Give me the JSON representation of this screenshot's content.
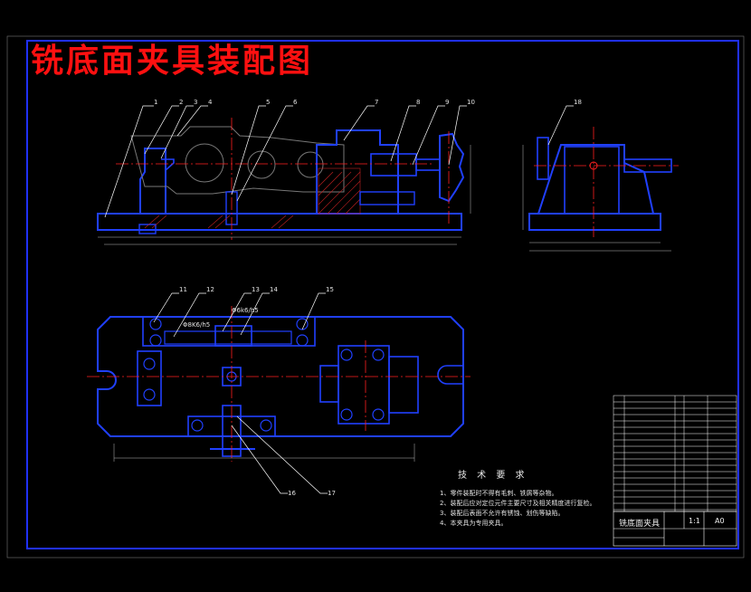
{
  "drawing": {
    "title": "铣底面夹具装配图",
    "part_labels": [
      "1",
      "2",
      "3",
      "4",
      "5",
      "6",
      "7",
      "8",
      "9",
      "10",
      "11",
      "12",
      "13",
      "14",
      "15",
      "16",
      "17",
      "18"
    ],
    "fit_labels": [
      "Φ8K6/h5",
      "Φ6k6/h5"
    ],
    "technical_requirements": {
      "heading": "技 术 要 求",
      "items": [
        "1、零件装配时不得有毛刺、铁屑等杂物。",
        "2、装配后应对定位元件主要尺寸及相关精度进行复检。",
        "3、装配后表面不允许有锈蚀、划伤等缺陷。",
        "4、本夹具为专用夹具。"
      ]
    },
    "title_block": {
      "name": "铣底面夹具",
      "sheet_size": "A0",
      "scale": "1:1"
    }
  },
  "colors": {
    "frame": "#2030ff",
    "part": "#2040ff",
    "title": "#ff1010",
    "centerline": "#ff2020",
    "leader": "#ffffff",
    "hatch": "#e02020"
  }
}
